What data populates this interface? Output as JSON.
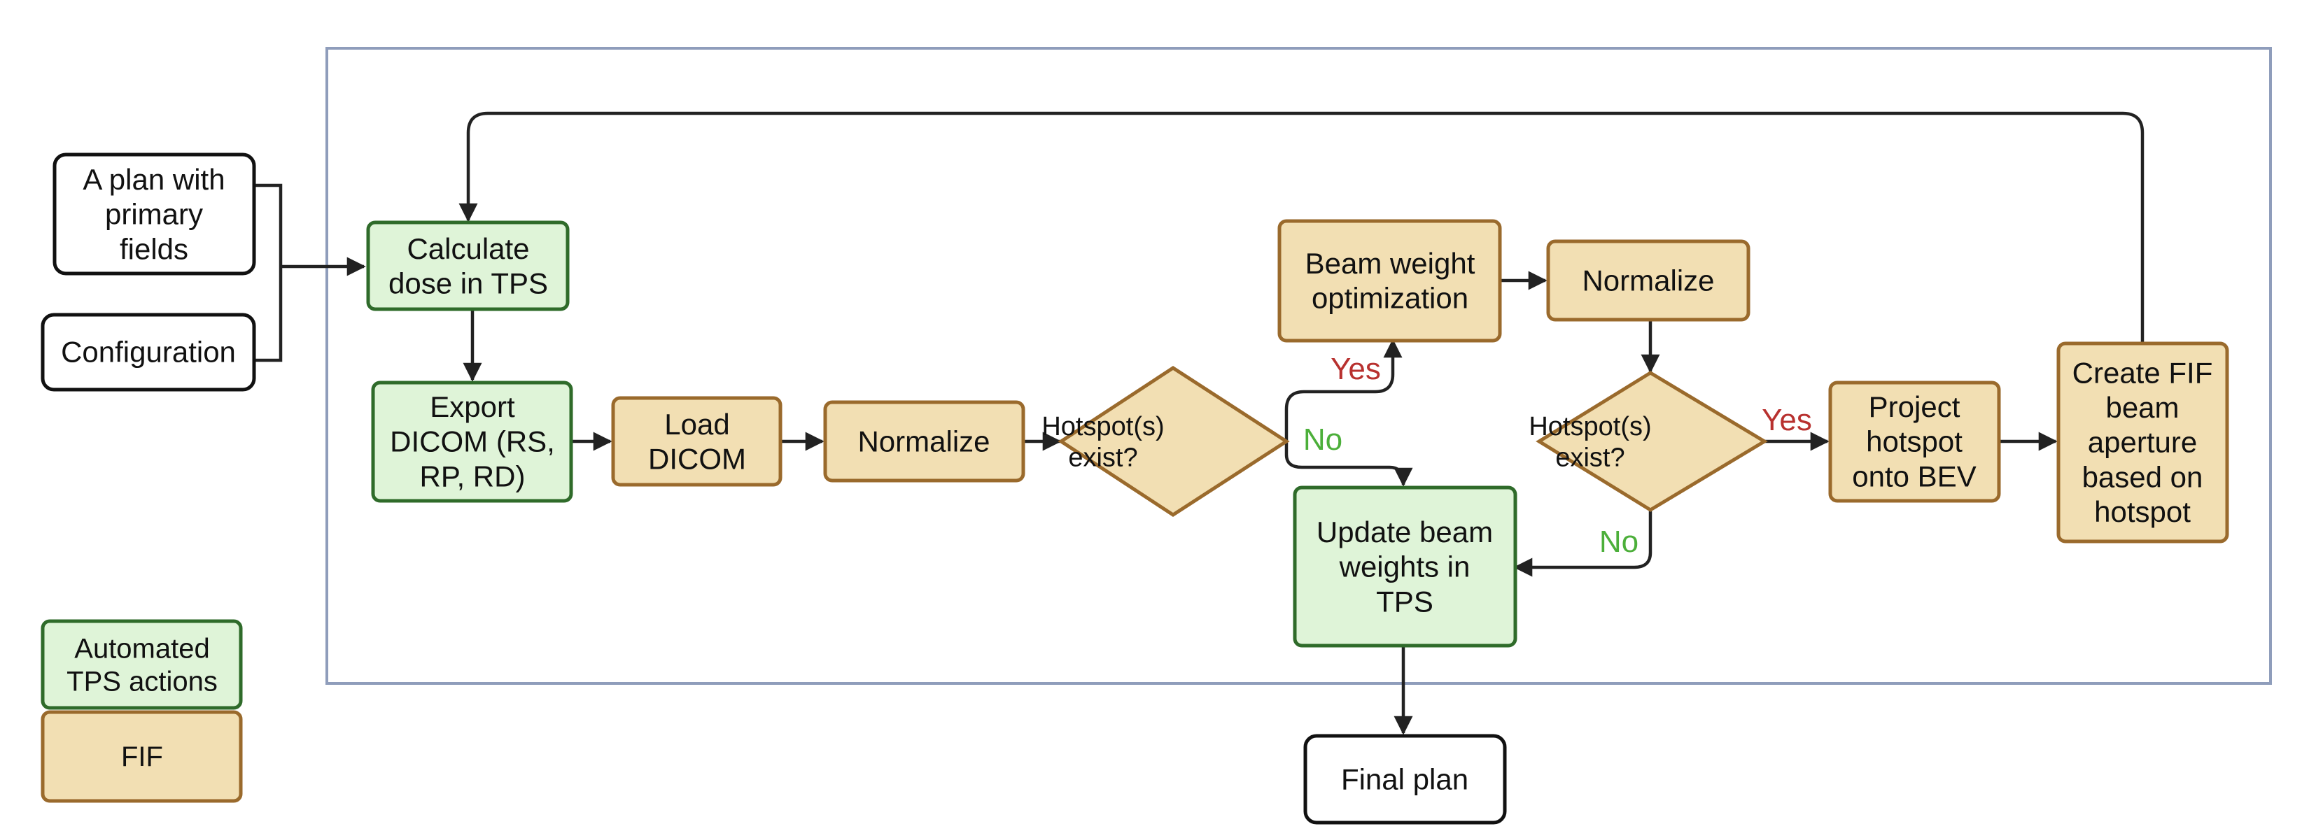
{
  "colors": {
    "green_fill": "#dff4d8",
    "green_stroke": "#2f6b2a",
    "fif_fill": "#f2dfb3",
    "fif_stroke": "#9a6a2c",
    "frame_stroke": "#8f9dbb",
    "yes_color": "#b8312f",
    "no_color": "#4caf3a"
  },
  "nodes": {
    "plan_primary": [
      "A plan with",
      "primary",
      "fields"
    ],
    "configuration": [
      "Configuration"
    ],
    "calculate_dose": [
      "Calculate",
      "dose in TPS"
    ],
    "export_dicom": [
      "Export",
      "DICOM (RS,",
      "RP, RD)"
    ],
    "load_dicom": [
      "Load",
      "DICOM"
    ],
    "normalize_1": [
      "Normalize"
    ],
    "hotspot_1": [
      "Hotspot(s)",
      "exist?"
    ],
    "beam_weight_opt": [
      "Beam weight",
      "optimization"
    ],
    "normalize_2": [
      "Normalize"
    ],
    "hotspot_2": [
      "Hotspot(s)",
      "exist?"
    ],
    "update_weights": [
      "Update beam",
      "weights in",
      "TPS"
    ],
    "project_hotspot": [
      "Project",
      "hotspot",
      "onto BEV"
    ],
    "create_fif": [
      "Create FIF",
      "beam",
      "aperture",
      "based on",
      "hotspot"
    ],
    "final_plan": [
      "Final plan"
    ]
  },
  "edge_labels": {
    "yes_1": "Yes",
    "no_1": "No",
    "yes_2": "Yes",
    "no_2": "No"
  },
  "legend": {
    "automated": [
      "Automated",
      "TPS actions"
    ],
    "fif": [
      "FIF"
    ]
  }
}
